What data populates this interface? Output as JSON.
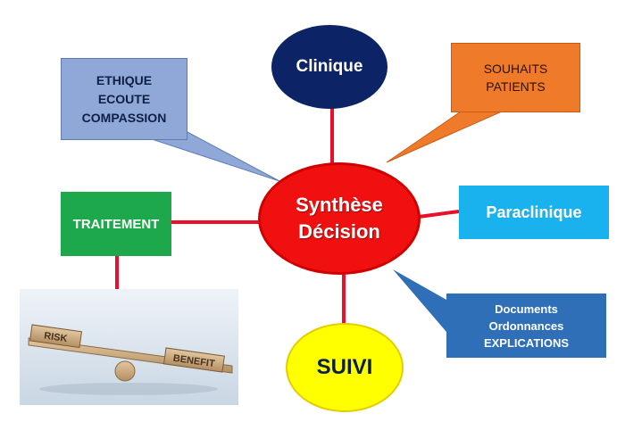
{
  "center": {
    "lines": "Synthèse\nDécision"
  },
  "nodes": {
    "clinique": "Clinique",
    "souhaits": "SOUHAITS\nPATIENTS",
    "paraclinique": "Paraclinique",
    "documents": "Documents\nOrdonnances\nEXPLICATIONS",
    "suivi": "SUIVI",
    "traitement": "TRAITEMENT",
    "ethique": "ETHIQUE\nECOUTE\nCOMPASSION"
  },
  "photo": {
    "left_block": "RISK",
    "right_block": "BENEFIT"
  },
  "colors": {
    "center": "#f01010",
    "clinique": "#0c2366",
    "souhaits": "#ef7a2a",
    "paraclinique": "#1ab2ee",
    "documents": "#2e6fb8",
    "suivi": "#ffff00",
    "traitement": "#1da84b",
    "ethique": "#8fa8d8",
    "connector": "#e8102a"
  }
}
